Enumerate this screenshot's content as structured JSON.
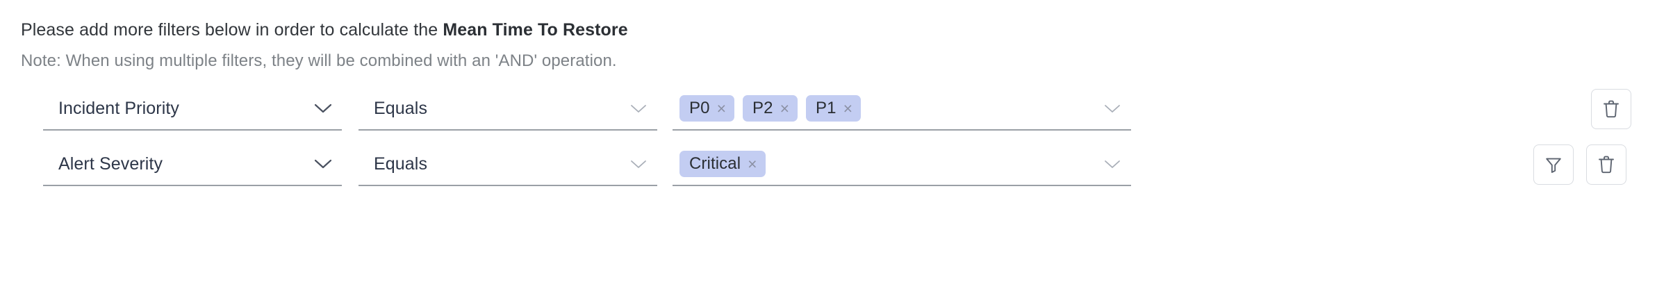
{
  "header": {
    "instruction_prefix": "Please add more filters below in order to calculate the ",
    "instruction_metric": "Mean Time To Restore",
    "note": "Note: When using multiple filters, they will be combined with an 'AND' operation."
  },
  "colors": {
    "chip_background": "#c3cdf2",
    "chip_text": "#2a2e33",
    "field_text": "#2d3648",
    "note_text": "#7d8287",
    "heading_text": "#32363b",
    "underline": "#9aa0a6",
    "button_border": "#d9dce1"
  },
  "filters": [
    {
      "subject": "Incident Priority",
      "subject_icon": "chevron-down-icon",
      "operator": "Equals",
      "operator_icon": "chevron-down-icon",
      "values_icon": "chevron-down-icon",
      "values": [
        {
          "label": "P0",
          "close": "×"
        },
        {
          "label": "P2",
          "close": "×"
        },
        {
          "label": "P1",
          "close": "×"
        }
      ],
      "actions": [
        "delete-filter-button"
      ]
    },
    {
      "subject": "Alert Severity",
      "subject_icon": "chevron-down-icon",
      "operator": "Equals",
      "operator_icon": "chevron-down-icon",
      "values_icon": "chevron-down-icon",
      "values": [
        {
          "label": "Critical",
          "close": "×"
        }
      ],
      "actions": [
        "add-filter-button",
        "delete-filter-button"
      ]
    }
  ]
}
